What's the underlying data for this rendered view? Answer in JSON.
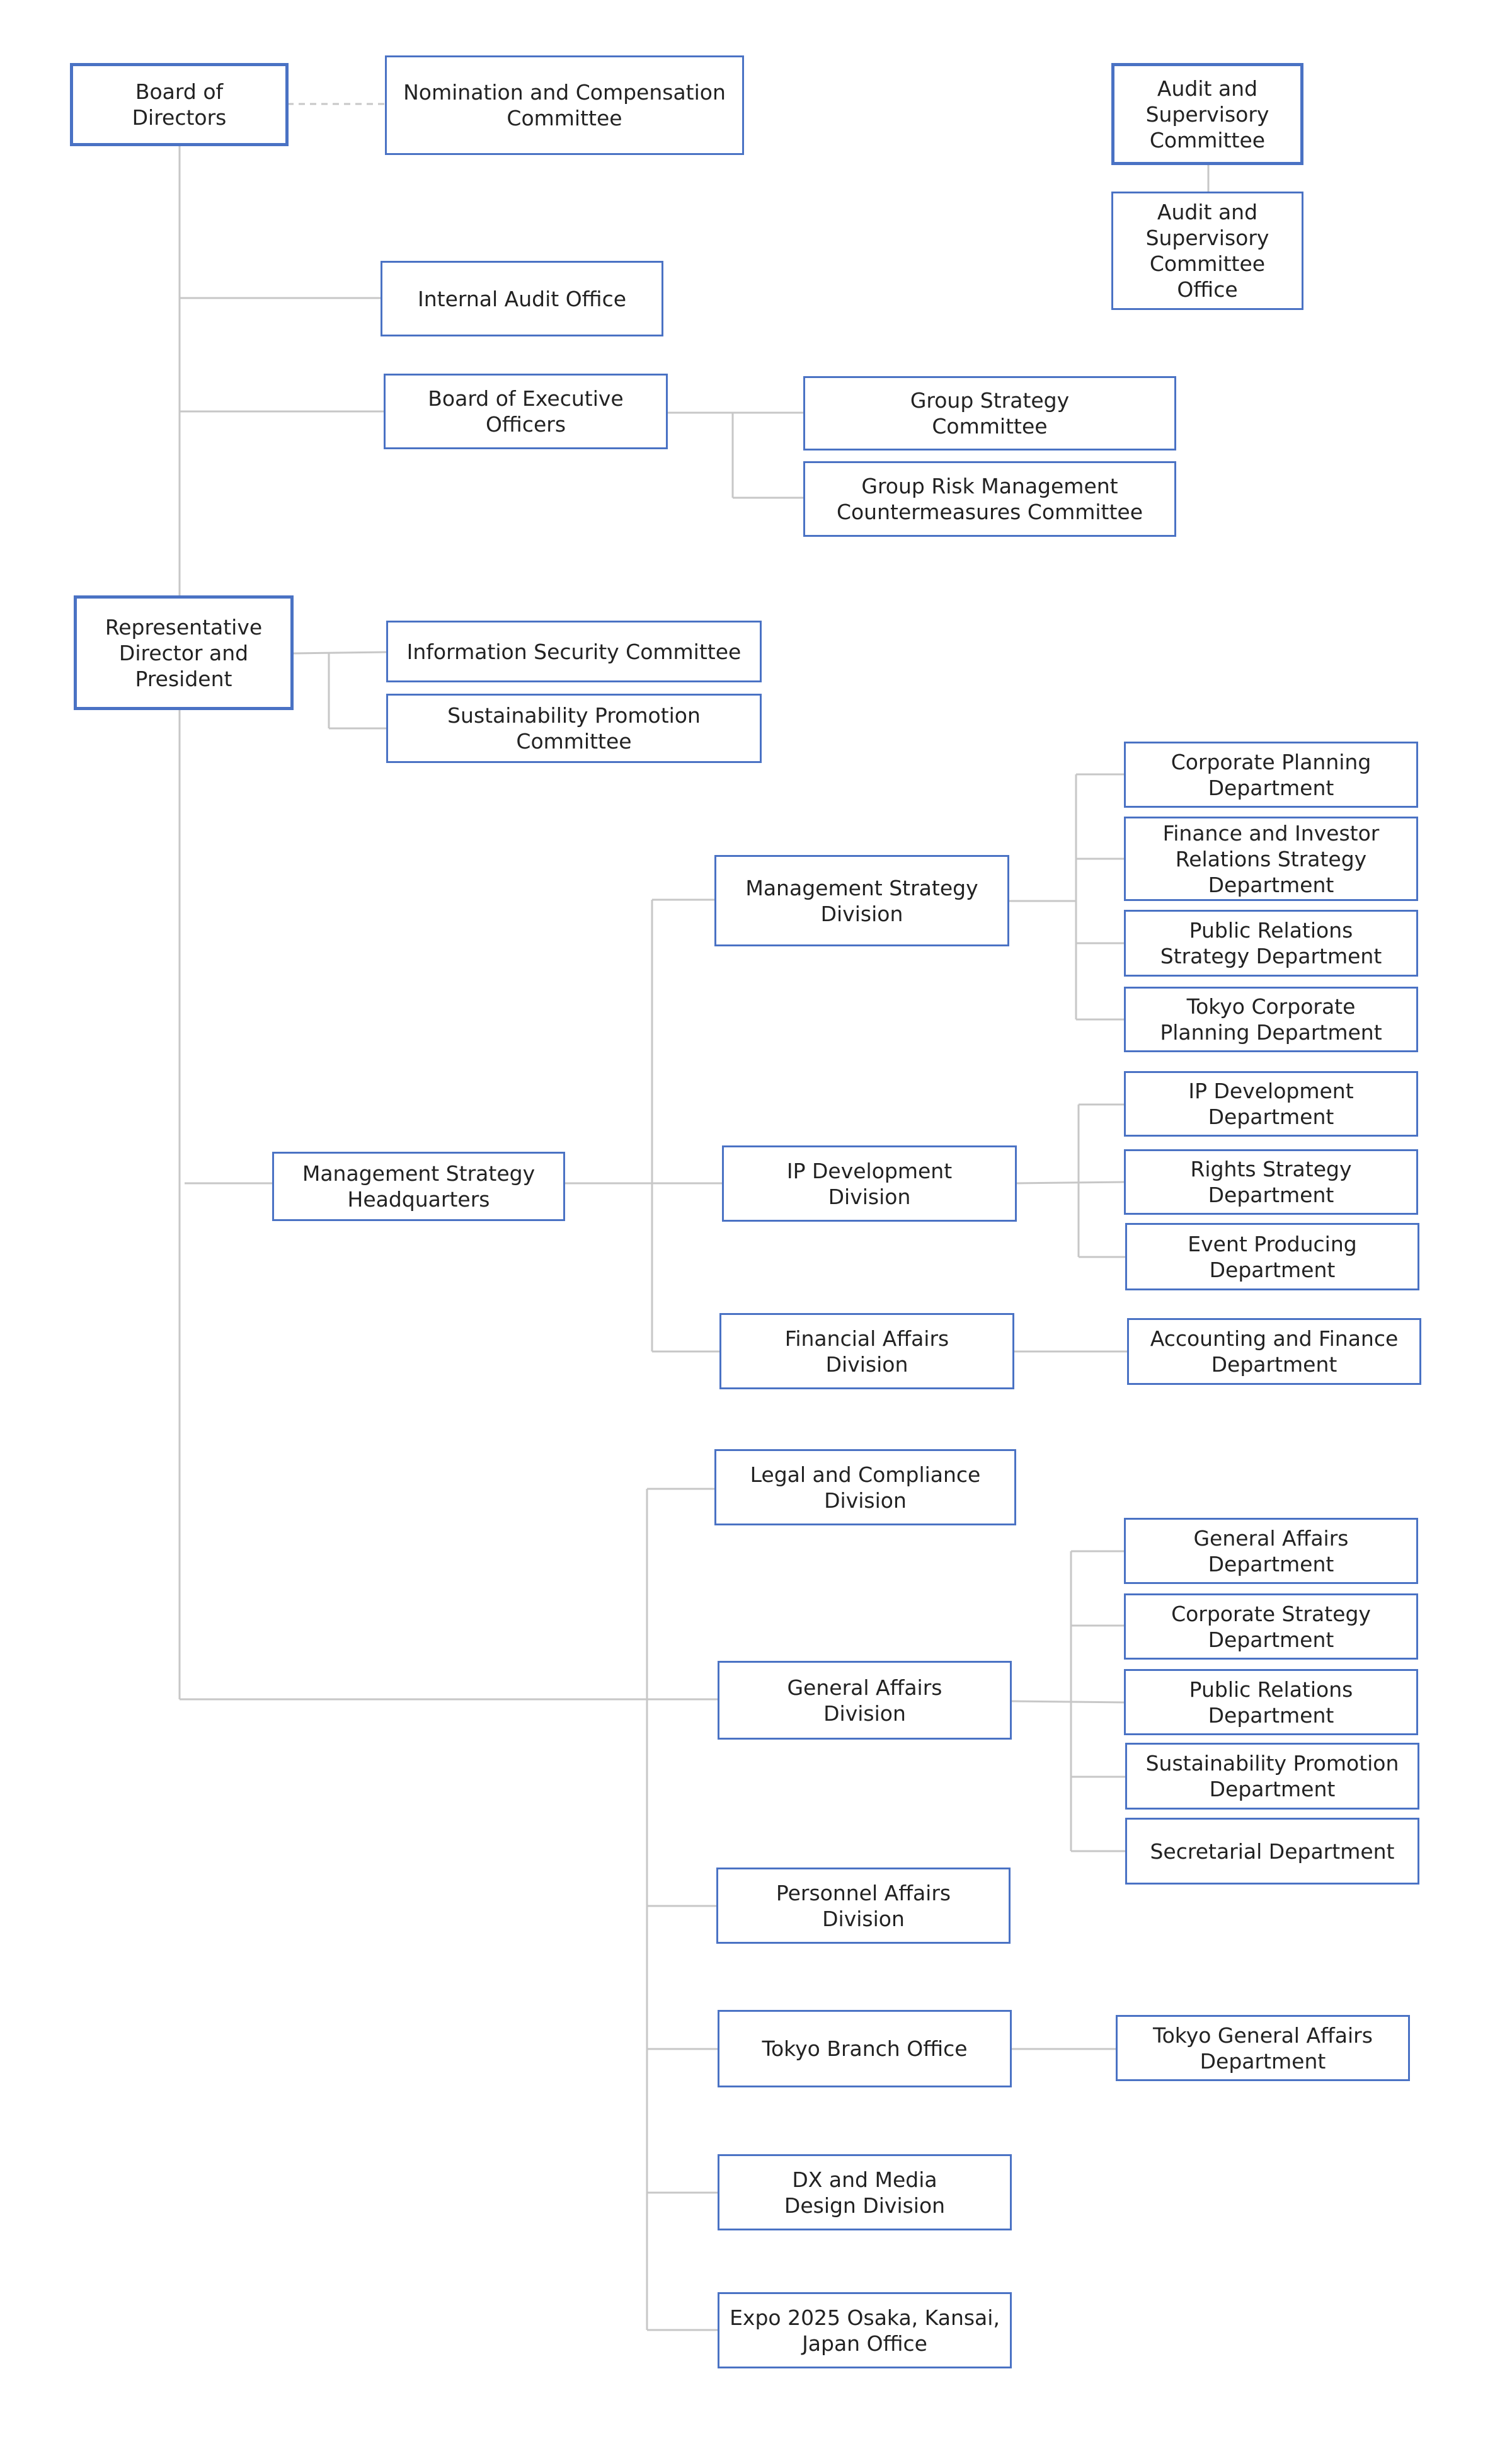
{
  "colors": {
    "border": "#4a72c4",
    "connector": "#c7c7c7",
    "text": "#222222"
  },
  "nodes": {
    "board": "Board of\nDirectors",
    "nomination": "Nomination and Compensation\nCommittee",
    "audit_committee": "Audit and\nSupervisory\nCommittee",
    "audit_office": "Audit and\nSupervisory\nCommittee\nOffice",
    "internal_audit": "Internal Audit Office",
    "exec_officers": "Board of Executive\nOfficers",
    "group_strategy": "Group Strategy\nCommittee",
    "group_risk": "Group Risk Management\nCountermeasures Committee",
    "president": "Representative\nDirector and\nPresident",
    "info_security": "Information Security Committee",
    "sustainability_committee": "Sustainability Promotion\nCommittee",
    "msh": "Management Strategy\nHeadquarters",
    "msd": "Management Strategy\nDivision",
    "corp_planning": "Corporate Planning\nDepartment",
    "finance_ir": "Finance and Investor\nRelations Strategy\nDepartment",
    "pr_strategy": "Public Relations\nStrategy Department",
    "tokyo_corp_planning": "Tokyo Corporate\nPlanning Department",
    "ipd_div": "IP Development\nDivision",
    "ipd_dept": "IP Development\nDepartment",
    "rights": "Rights Strategy\nDepartment",
    "event": "Event Producing\nDepartment",
    "fin_div": "Financial Affairs\nDivision",
    "accounting": "Accounting and Finance\nDepartment",
    "legal": "Legal and Compliance\nDivision",
    "ga_div": "General Affairs\nDivision",
    "ga_dept": "General Affairs\nDepartment",
    "corp_strategy": "Corporate Strategy\nDepartment",
    "pr_dept": "Public Relations\nDepartment",
    "sust_dept": "Sustainability Promotion\nDepartment",
    "secretarial": "Secretarial Department",
    "personnel": "Personnel Affairs\nDivision",
    "tokyo_branch": "Tokyo Branch Office",
    "tokyo_ga": "Tokyo General Affairs\nDepartment",
    "dx": "DX and Media\nDesign Division",
    "expo": "Expo 2025 Osaka, Kansai,\nJapan Office"
  }
}
